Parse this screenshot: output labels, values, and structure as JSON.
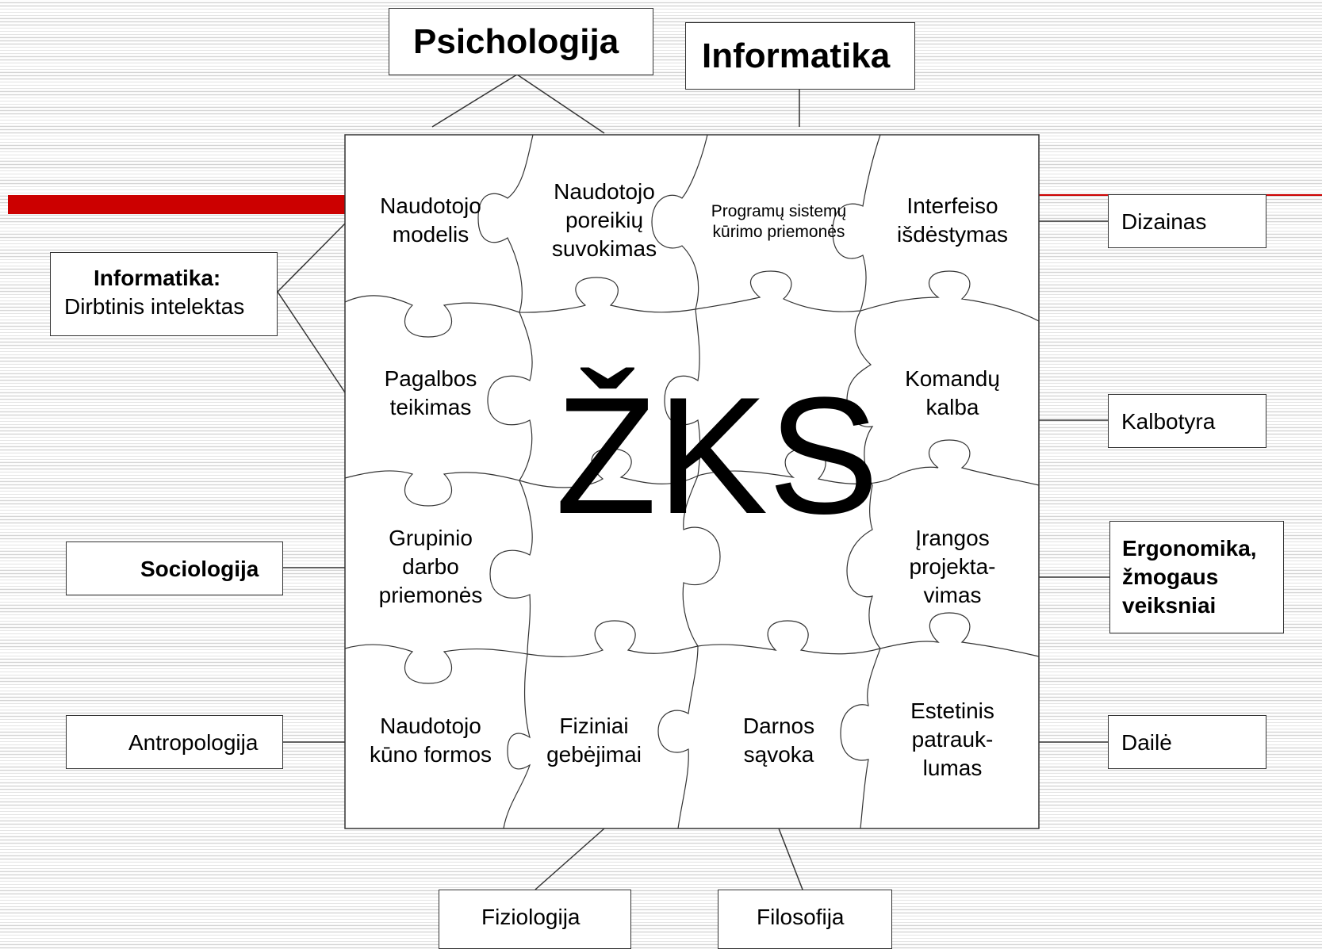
{
  "center_label": "ŽKS",
  "top_boxes": {
    "psichologija": "Psichologija",
    "informatika": "Informatika"
  },
  "left_boxes": {
    "ai_title": "Informatika:",
    "ai_sub": "Dirbtinis intelektas",
    "sociologija": "Sociologija",
    "antropologija": "Antropologija"
  },
  "right_boxes": {
    "dizainas": "Dizainas",
    "kalbotyra": "Kalbotyra",
    "ergonomika": [
      "Ergonomika,",
      "žmogaus",
      "veiksniai"
    ],
    "daile": "Dailė"
  },
  "bottom_boxes": {
    "fiziologija": "Fiziologija",
    "filosofija": "Filosofija"
  },
  "pieces": [
    [
      "Naudotojo",
      "modelis"
    ],
    [
      "Naudotojo",
      "poreikių",
      "suvokimas"
    ],
    [
      "Programų sistemų",
      "kūrimo priemonės"
    ],
    [
      "Interfeiso",
      "išdėstymas"
    ],
    [
      "Pagalbos",
      "teikimas"
    ],
    [
      "Komandų",
      "kalba"
    ],
    [
      "Grupinio",
      "darbo",
      "priemonės"
    ],
    [
      "Įrangos",
      "projekta-",
      "vimas"
    ],
    [
      "Naudotojo",
      "kūno formos"
    ],
    [
      "Fiziniai",
      "gebėjimai"
    ],
    [
      "Darnos",
      "sąvoka"
    ],
    [
      "Estetinis",
      "patrauk-",
      "lumas"
    ]
  ],
  "colors": {
    "accent_bar": "#cc0000",
    "lines": "#333333"
  }
}
